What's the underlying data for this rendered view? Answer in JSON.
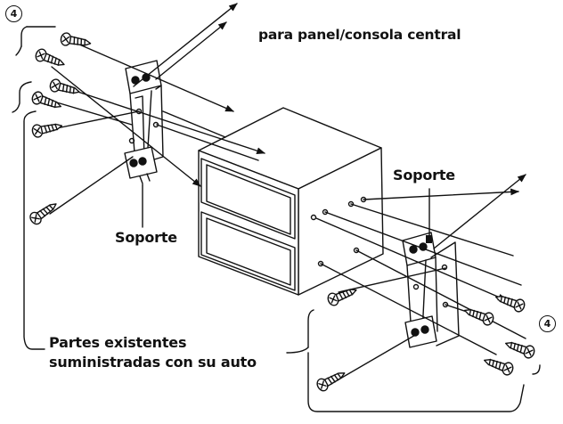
{
  "labels": {
    "top_caption": "para panel/consola central",
    "bracket_left": "Soporte",
    "bracket_right": "Soporte",
    "existing_parts_line1": "Partes existentes",
    "existing_parts_line2": "suministradas con su auto",
    "callout_number_top_left": "4",
    "callout_number_bottom_right": "4"
  },
  "colors": {
    "line": "#111111",
    "background": "#ffffff"
  }
}
